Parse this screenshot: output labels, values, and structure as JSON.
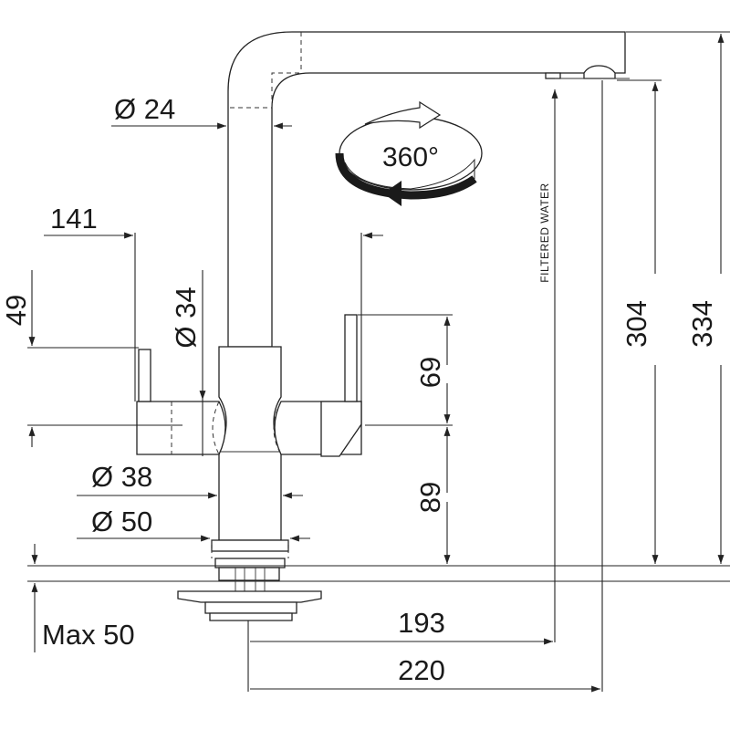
{
  "labels": {
    "spout_diameter": "Ø 24",
    "rotation": "360°",
    "handle_span": "141",
    "handle_height": "49",
    "body_diameter": "Ø 34",
    "lever_height": "69",
    "base_diameter_inner": "Ø 38",
    "base_diameter_outer": "Ø 50",
    "base_height": "89",
    "filtered_water": "FILTERED WATER",
    "total_height_spout": "304",
    "total_height": "334",
    "reach_filtered": "193",
    "reach_total": "220",
    "max_thickness": "Max 50"
  },
  "colors": {
    "line": "#222222",
    "background": "#ffffff"
  },
  "icons": {
    "rotation": "rotation-arrow-icon"
  }
}
